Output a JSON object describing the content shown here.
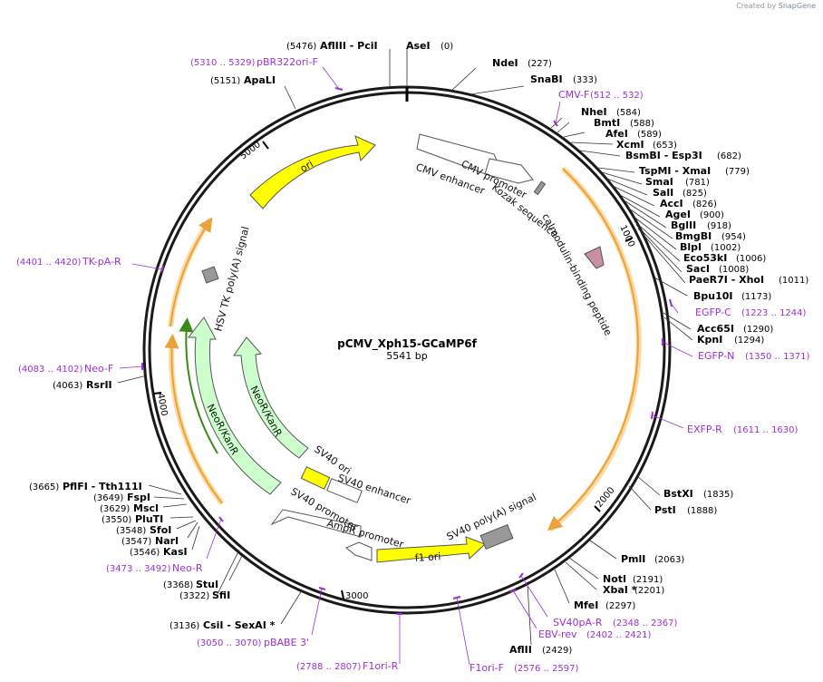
{
  "app": {
    "credit_prefix": "Created by",
    "credit_brand": "SnapGene"
  },
  "plasmid": {
    "name": "pCMV_Xph15-GCaMP6f",
    "length_label": "5541 bp"
  },
  "ticks": [
    "1000",
    "2000",
    "3000",
    "4000",
    "5000"
  ],
  "sites": [
    {
      "name": "AseI",
      "pos": "(0)"
    },
    {
      "name": "NdeI",
      "pos": "(227)"
    },
    {
      "name": "SnaBI",
      "pos": "(333)"
    },
    {
      "name": "NheI",
      "pos": "(584)"
    },
    {
      "name": "BmtI",
      "pos": "(588)"
    },
    {
      "name": "AfeI",
      "pos": "(589)"
    },
    {
      "name": "XcmI",
      "pos": "(653)"
    },
    {
      "name": "BsmBI - Esp3I",
      "pos": "(682)"
    },
    {
      "name": "TspMI - XmaI",
      "pos": "(779)"
    },
    {
      "name": "SmaI",
      "pos": "(781)"
    },
    {
      "name": "SalI",
      "pos": "(825)"
    },
    {
      "name": "AccI",
      "pos": "(826)"
    },
    {
      "name": "AgeI",
      "pos": "(900)"
    },
    {
      "name": "BglII",
      "pos": "(918)"
    },
    {
      "name": "BmgBI",
      "pos": "(954)"
    },
    {
      "name": "BlpI",
      "pos": "(1002)"
    },
    {
      "name": "Eco53kI",
      "pos": "(1006)"
    },
    {
      "name": "SacI",
      "pos": "(1008)"
    },
    {
      "name": "PaeR7I - XhoI",
      "pos": "(1011)"
    },
    {
      "name": "Bpu10I",
      "pos": "(1173)"
    },
    {
      "name": "Acc65I",
      "pos": "(1290)"
    },
    {
      "name": "KpnI",
      "pos": "(1294)"
    },
    {
      "name": "BstXI",
      "pos": "(1835)"
    },
    {
      "name": "PstI",
      "pos": "(1888)"
    },
    {
      "name": "PmlI",
      "pos": "(2063)"
    },
    {
      "name": "NotI",
      "pos": "(2191)"
    },
    {
      "name": "XbaI *",
      "pos": "(2201)"
    },
    {
      "name": "MfeI",
      "pos": "(2297)"
    },
    {
      "name": "AflII",
      "pos": "(2429)"
    },
    {
      "name": "CsiI - SexAI *",
      "pos": "(3136)"
    },
    {
      "name": "StuI",
      "pos": "(3368)"
    },
    {
      "name": "SfiI",
      "pos": "(3322)"
    },
    {
      "name": "KasI",
      "pos": "(3546)"
    },
    {
      "name": "NarI",
      "pos": "(3547)"
    },
    {
      "name": "SfoI",
      "pos": "(3548)"
    },
    {
      "name": "PluTI",
      "pos": "(3550)"
    },
    {
      "name": "MscI",
      "pos": "(3629)"
    },
    {
      "name": "FspI",
      "pos": "(3649)"
    },
    {
      "name": "PflFI - Tth111I",
      "pos": "(3665)"
    },
    {
      "name": "RsrII",
      "pos": "(4063)"
    },
    {
      "name": "ApaLI",
      "pos": "(5151)"
    },
    {
      "name": "AflIII - PciI",
      "pos": "(5476)"
    }
  ],
  "primers": [
    {
      "name": "CMV-F",
      "range": "(512 .. 532)"
    },
    {
      "name": "EGFP-C",
      "range": "(1223 .. 1244)"
    },
    {
      "name": "EGFP-N",
      "range": "(1350 .. 1371)"
    },
    {
      "name": "EXFP-R",
      "range": "(1611 .. 1630)"
    },
    {
      "name": "SV40pA-R",
      "range": "(2348 .. 2367)"
    },
    {
      "name": "EBV-rev",
      "range": "(2402 .. 2421)"
    },
    {
      "name": "F1ori-F",
      "range": "(2576 .. 2597)"
    },
    {
      "name": "F1ori-R",
      "range": "(2788 .. 2807)"
    },
    {
      "name": "pBABE 3'",
      "range": "(3050 .. 3070)"
    },
    {
      "name": "Neo-R",
      "range": "(3473 .. 3492)"
    },
    {
      "name": "Neo-F",
      "range": "(4083 .. 4102)"
    },
    {
      "name": "TK-pA-R",
      "range": "(4401 .. 4420)"
    },
    {
      "name": "pBR322ori-F",
      "range": "(5310 .. 5329)"
    }
  ],
  "features": [
    {
      "label": "CMV enhancer",
      "color": "#ffffff"
    },
    {
      "label": "CMV promoter",
      "color": "#ffffff"
    },
    {
      "label": "Kozak sequence",
      "color": "#999999"
    },
    {
      "label": "calmodulin-binding peptide",
      "color": "#c98fa3"
    },
    {
      "label": "SV40 poly(A) signal",
      "color": "#999999"
    },
    {
      "label": "f1 ori",
      "color": "#ffff00"
    },
    {
      "label": "AmpR promoter",
      "color": "#ffffff"
    },
    {
      "label": "SV40 promoter",
      "color": "#ffffff"
    },
    {
      "label": "SV40 enhancer",
      "color": "#ffffff"
    },
    {
      "label": "SV40 ori",
      "color": "#ffff00"
    },
    {
      "label": "NeoR/KanR",
      "color": "#ccffcc"
    },
    {
      "label": "NeoR/KanR",
      "color": "#ccffcc"
    },
    {
      "label": "HSV TK poly(A) signal",
      "color": "#999999"
    },
    {
      "label": "ori",
      "color": "#ffff00"
    }
  ],
  "colors": {
    "backbone": "#1a1a1a",
    "primer": "#9b30d9",
    "orf": "#e8a33a",
    "orf_glow": "#ffd9a0",
    "neo_orf": "#3a8a1a"
  }
}
